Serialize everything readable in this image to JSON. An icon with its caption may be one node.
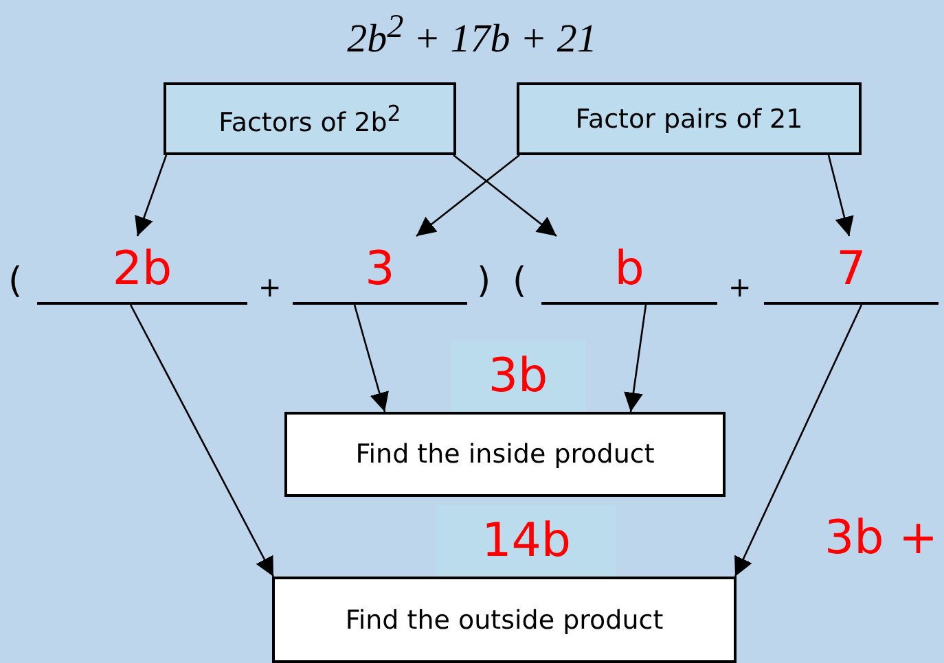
{
  "diagram": {
    "title": "2b$^{2}$ + 17b + 21",
    "nodes": [
      {
        "text": [
          "Factors of 2b$^{2}$"
        ]
      },
      {
        "text": [
          "Factor pairs of 21"
        ]
      },
      {
        "text": [
          "2b"
        ]
      },
      {
        "text": [
          "3"
        ]
      },
      {
        "text": [
          "b"
        ]
      },
      {
        "text": [
          "7"
        ]
      },
      {
        "text": [
          "3b"
        ]
      },
      {
        "text": [
          "Find the inside product"
        ]
      },
      {
        "text": [
          "14b"
        ]
      },
      {
        "text": [
          "Find the outside product"
        ]
      }
    ],
    "edges": [
      {
        "from": 0,
        "to": 2,
        "arrow": "to"
      },
      {
        "from": 0,
        "to": 4,
        "arrow": "to"
      },
      {
        "from": 1,
        "to": 3,
        "arrow": "to"
      },
      {
        "from": 1,
        "to": 5,
        "arrow": "to"
      },
      {
        "from": 3,
        "to": 7,
        "arrow": "to"
      },
      {
        "from": 4,
        "to": 7,
        "arrow": "to"
      },
      {
        "from": 2,
        "to": 9,
        "arrow": "to"
      },
      {
        "from": 5,
        "to": 9,
        "arrow": "to"
      }
    ],
    "labels": [
      "(",
      "+",
      ")",
      "(",
      "+",
      "3b +"
    ]
  }
}
